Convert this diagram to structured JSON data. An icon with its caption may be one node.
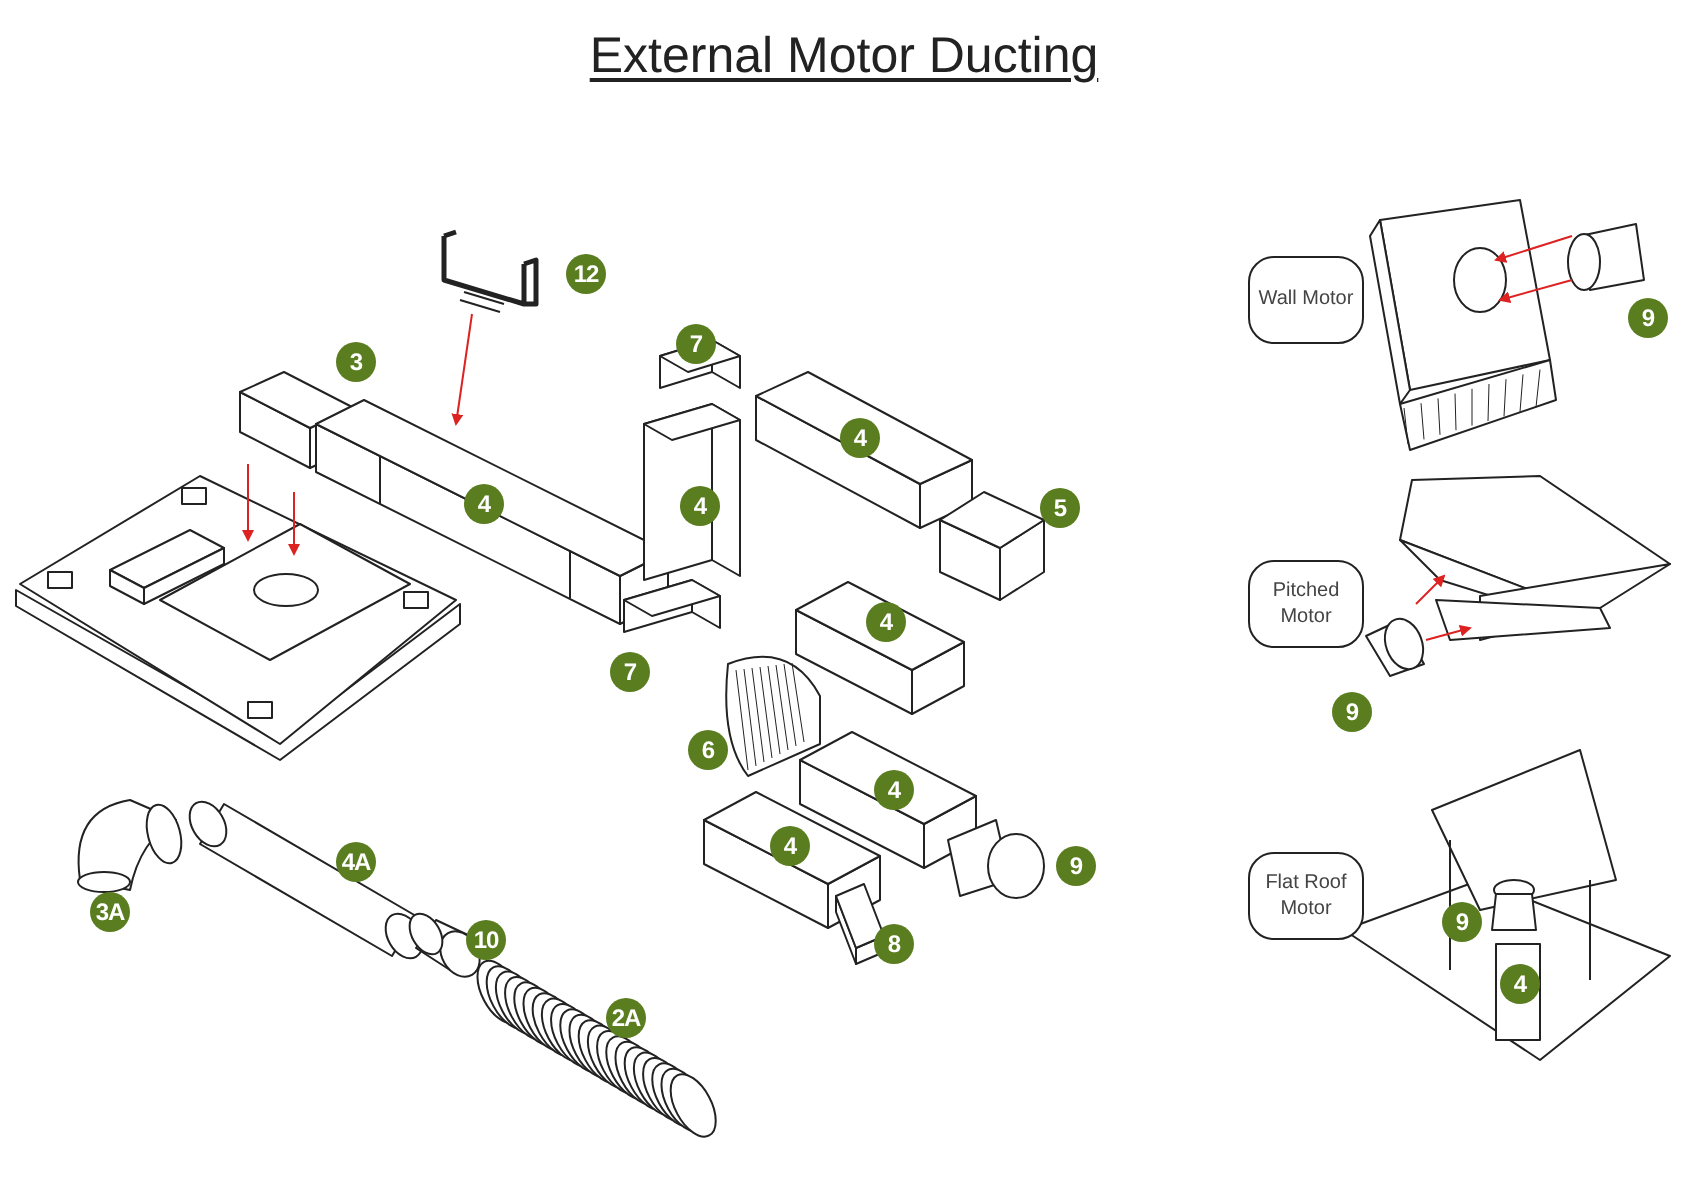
{
  "diagram": {
    "title": "External Motor Ducting",
    "nodes": [
      {
        "text": [
          "Wall Motor"
        ]
      },
      {
        "text": [
          "Pitched Motor"
        ]
      },
      {
        "text": [
          "Flat Roof Motor"
        ]
      }
    ],
    "labels": [
      "12",
      "3",
      "7",
      "4",
      "4",
      "4",
      "5",
      "7",
      "4",
      "6",
      "4",
      "4",
      "9",
      "8",
      "4A",
      "3A",
      "10",
      "2A",
      "9",
      "9",
      "9",
      "4"
    ]
  }
}
